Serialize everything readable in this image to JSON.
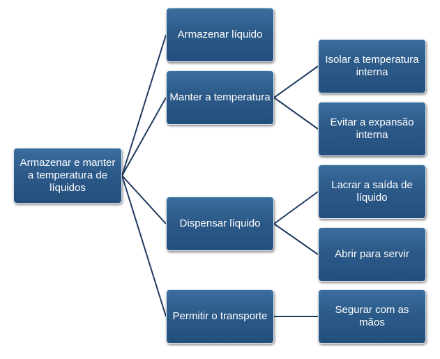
{
  "diagram": {
    "root": {
      "label": "Armazenar e manter a temperatura de líquidos"
    },
    "functions": [
      {
        "label": "Armazenar líquido"
      },
      {
        "label": "Manter a temperatura"
      },
      {
        "label": "Dispensar líquido"
      },
      {
        "label": "Permitir o transporte"
      }
    ],
    "subfunctions": [
      {
        "label": "Isolar a temperatura interna"
      },
      {
        "label": "Evitar a expansão interna"
      },
      {
        "label": "Lacrar a saída de líquido"
      },
      {
        "label": "Abrir para servir"
      },
      {
        "label": "Segurar com as mãos"
      }
    ]
  }
}
